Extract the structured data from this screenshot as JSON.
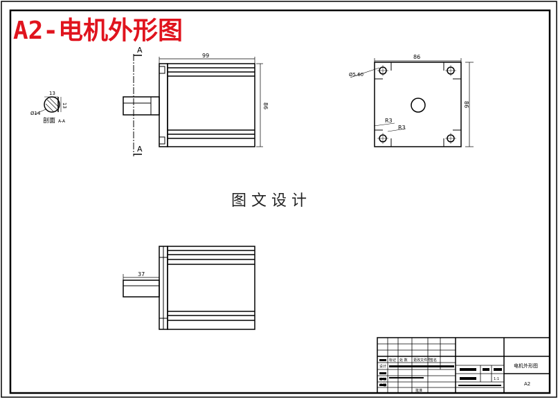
{
  "drawing": {
    "title": "A2-电机外形图",
    "watermark": "图 文 设 计",
    "title_color": "#e0141e",
    "line_color": "#000000"
  },
  "front_view": {
    "section_mark_top": "A",
    "section_mark_bottom": "A",
    "dim_width": "99",
    "dim_height": "86"
  },
  "end_view": {
    "dim_width": "86",
    "dim_height": "86",
    "hole_label": "Ø5.60",
    "radius_label_1": "R3",
    "radius_label_2": "R3"
  },
  "shaft_section": {
    "dim_flat": "13",
    "dim_side": "13",
    "dim_dia": "Ø14",
    "section_label": "剖面",
    "section_name": "A-A"
  },
  "bottom_view": {
    "dim_shaft": "37"
  },
  "title_block": {
    "part_name": "电机外形图",
    "sheet_size": "A2",
    "scale": "1:1",
    "col_mark": "标记",
    "col_count": "处 数",
    "col_zone": "更改文件号",
    "col_sign": "签名",
    "col_design": "设计",
    "col_check": "审核",
    "col_craft": "工艺",
    "col_approve": "批准"
  }
}
